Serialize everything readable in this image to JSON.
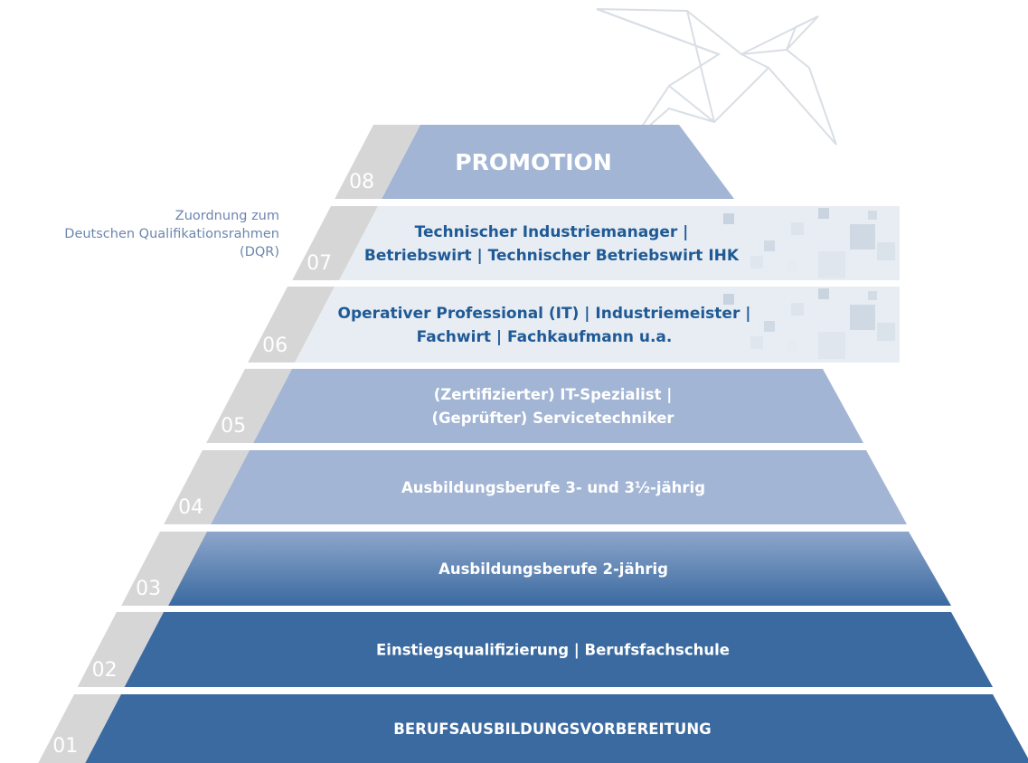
{
  "side_label": {
    "line1": "Zuordnung zum",
    "line2": "Deutschen Qualifikationsrahmen",
    "line3": "(DQR)"
  },
  "levels": [
    {
      "number": "08",
      "lines": [
        "PROMOTION"
      ],
      "style": "light",
      "text_color": "#ffffff"
    },
    {
      "number": "07",
      "lines": [
        "Technischer Industriemanager |",
        "Betriebswirt | Technischer Betriebswirt IHK"
      ],
      "style": "pale",
      "text_color": "#1f5a96"
    },
    {
      "number": "06",
      "lines": [
        "Operativer Professional (IT) | Industriemeister |",
        "Fachwirt | Fachkaufmann u.a."
      ],
      "style": "pale",
      "text_color": "#1f5a96"
    },
    {
      "number": "05",
      "lines": [
        "(Zertifizierter) IT-Spezialist |",
        "(Geprüfter) Servicetechniker"
      ],
      "style": "light",
      "text_color": "#ffffff"
    },
    {
      "number": "04",
      "lines": [
        "Ausbildungsberufe 3- und 3½-jährig"
      ],
      "style": "light",
      "text_color": "#ffffff"
    },
    {
      "number": "03",
      "lines": [
        "Ausbildungsberufe 2-jährig"
      ],
      "style": "gradient",
      "text_color": "#ffffff"
    },
    {
      "number": "02",
      "lines": [
        "Einstiegsqualifizierung | Berufsfachschule"
      ],
      "style": "dark",
      "text_color": "#ffffff"
    },
    {
      "number": "01",
      "lines": [
        "BERUFSAUSBILDUNGSVORBEREITUNG"
      ],
      "style": "dark",
      "text_color": "#ffffff"
    }
  ],
  "colors": {
    "dark": "#3a6aa0",
    "light": "#a2b5d5",
    "pale": "#e8edf3",
    "gray_band": "#d6d6d6",
    "pale_text": "#1f5a96",
    "side_label": "#6c86ae"
  },
  "decorations": {
    "logo": "origami-bird-icon"
  }
}
